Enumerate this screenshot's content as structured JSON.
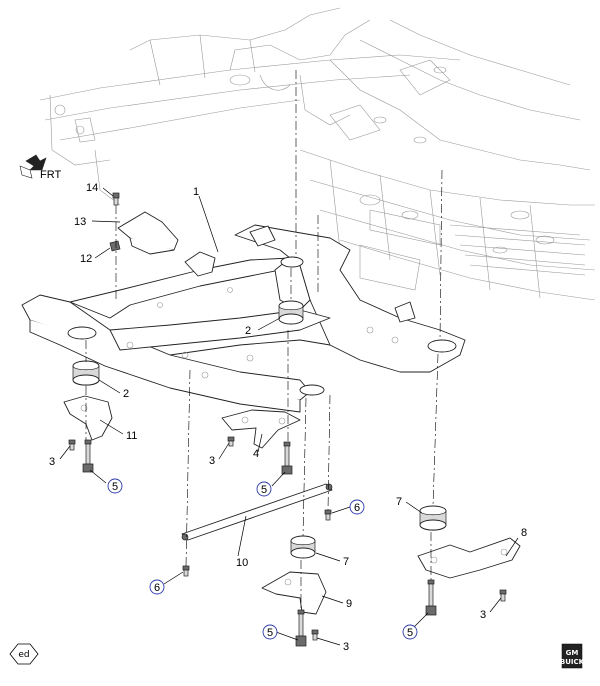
{
  "diagram": {
    "callouts": {
      "c1": "1",
      "c2a": "2",
      "c2b": "2",
      "c3a": "3",
      "c3b": "3",
      "c3c": "3",
      "c3d": "3",
      "c4": "4",
      "c5a": "5",
      "c5b": "5",
      "c5c": "5",
      "c5d": "5",
      "c6a": "6",
      "c6b": "6",
      "c7a": "7",
      "c7b": "7",
      "c8": "8",
      "c9": "9",
      "c10": "10",
      "c11": "11",
      "c12": "12",
      "c13": "13",
      "c14": "14"
    },
    "front_arrow_label": "FRT",
    "seal_label": "ed",
    "badge_top": "GM",
    "badge_bottom": "BUICK"
  }
}
